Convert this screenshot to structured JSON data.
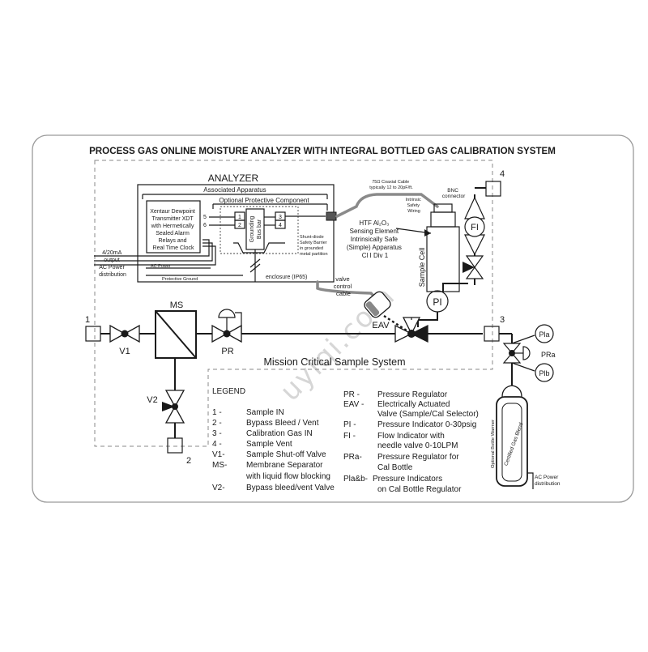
{
  "title": "PROCESS GAS ONLINE MOISTURE ANALYZER WITH INTEGRAL BOTTLED GAS CALIBRATION SYSTEM",
  "watermark": "uyiqi.com",
  "analyzer": {
    "title": "ANALYZER",
    "associated": "Associated Apparatus",
    "optional": "Optional Protective Component",
    "transmitter": [
      "Xentaur Dewpoint",
      "Transmitter XDT",
      "with Hermetically",
      "Sealed Alarm",
      "Relays and",
      "Real Time Clock"
    ],
    "terminals": [
      "5",
      "6",
      "1",
      "2",
      "3",
      "4"
    ],
    "grounding": [
      "Grounding",
      "Bus bar"
    ],
    "shunt": [
      "Shunt-diode",
      "Safety Barrier",
      "in grounded",
      "metal partition"
    ],
    "enclosure": "enclosure (IP65)",
    "output": [
      "4/20mA",
      "output",
      "AC Power",
      "distribution"
    ],
    "ac_power": "AC Power",
    "protective_ground": "Protective Ground"
  },
  "cable": {
    "coax": [
      "75Ω Coaxial Cable",
      "typically 12 to 20pF/ft."
    ],
    "intrinsic": [
      "Intrinsic",
      "Safety",
      "Wiring"
    ],
    "bnc": [
      "BNC",
      "connector"
    ],
    "valve_control": [
      "valve",
      "control",
      "cable"
    ]
  },
  "sensor": {
    "text": [
      "HTF Al₂O₃",
      "Sensing Element",
      "Intrinsically Safe",
      "(Simple) Apparatus",
      "Cl I Div 1"
    ],
    "cell": "Sample Cell",
    "pi": "PI",
    "fi": "FI"
  },
  "components": {
    "ms": "MS",
    "v1": "V1",
    "pr": "PR",
    "eav": "EAV",
    "v2": "V2",
    "pla": "Pla",
    "plb": "Plb",
    "pra": "PRa",
    "port1": "1",
    "port2": "2",
    "port3": "3",
    "port4": "4"
  },
  "system_label": "Mission Critical Sample System",
  "bottle": {
    "warmer": "Optional Bottle Warmer",
    "gas": "Certified Gas Blend",
    "ac": [
      "AC Power",
      "distribution"
    ]
  },
  "legend": {
    "title": "LEGEND",
    "left": [
      {
        "key": "1 -",
        "lines": [
          "Sample IN"
        ]
      },
      {
        "key": "2 -",
        "lines": [
          "Bypass Bleed / Vent"
        ]
      },
      {
        "key": "3 -",
        "lines": [
          "Calibration Gas IN"
        ]
      },
      {
        "key": "4 -",
        "lines": [
          "Sample Vent"
        ]
      },
      {
        "key": "V1-",
        "lines": [
          "Sample Shut-off Valve"
        ]
      },
      {
        "key": "MS-",
        "lines": [
          "Membrane Separator",
          "with liquid flow blocking"
        ]
      },
      {
        "key": "V2-",
        "lines": [
          "Bypass bleed/vent Valve"
        ]
      }
    ],
    "right": [
      {
        "key": "PR -",
        "lines": [
          "Pressure Regulator"
        ]
      },
      {
        "key": "EAV -",
        "lines": [
          "Electrically Actuated",
          "Valve (Sample/Cal Selector)"
        ]
      },
      {
        "key": "PI -",
        "lines": [
          "Pressure Indicator 0-30psig"
        ]
      },
      {
        "key": "FI -",
        "lines": [
          "Flow Indicator with",
          "needle valve 0-10LPM"
        ]
      },
      {
        "key": "PRa-",
        "lines": [
          "Pressure Regulator for",
          "Cal Bottle"
        ]
      },
      {
        "key": "Pla&b-",
        "lines": [
          "Pressure Indicators",
          "on Cal Bottle Regulator"
        ]
      }
    ]
  }
}
